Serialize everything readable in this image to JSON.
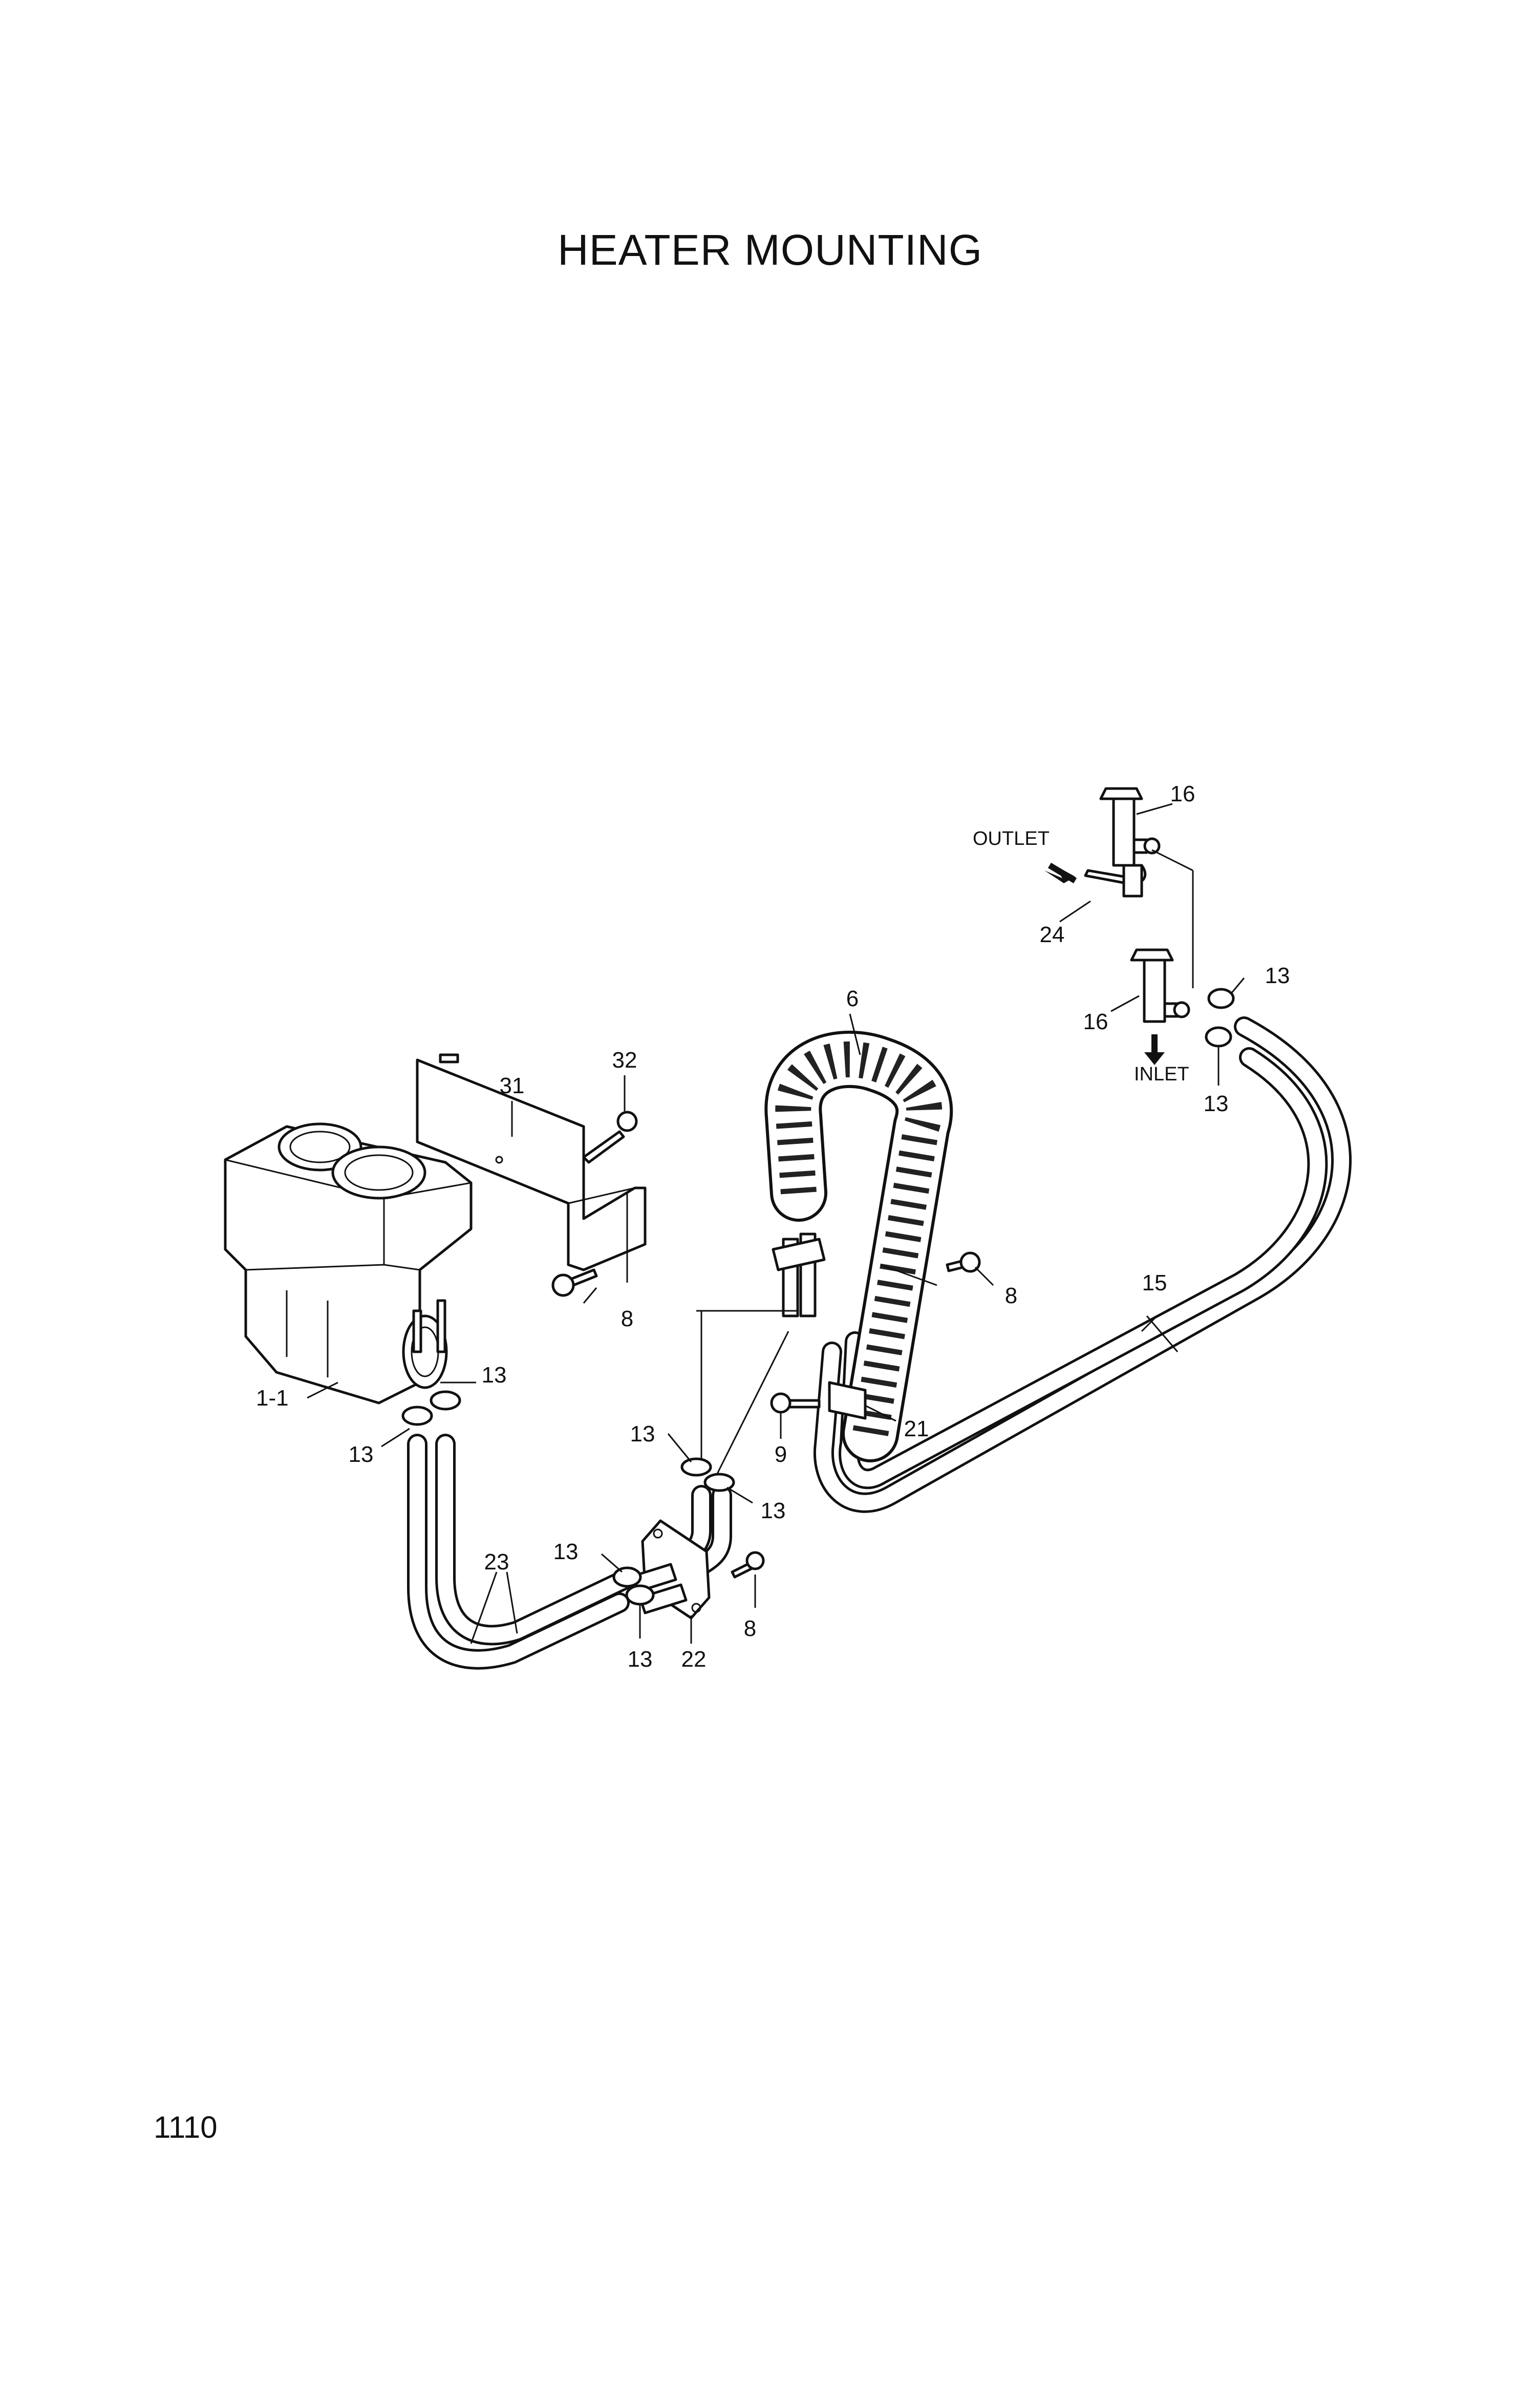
{
  "title": "HEATER MOUNTING",
  "page_number": "1110",
  "flow_labels": {
    "outlet": "OUTLET",
    "inlet": "INLET"
  },
  "callouts": {
    "heater_unit": "1-1",
    "insulated_hose": "6",
    "bolt_bracket_1": "8",
    "bolt_bracket_2": "8",
    "bolt_plate": "8",
    "bolt_clip": "9",
    "clamp_heater_a": "13",
    "clamp_heater_b": "13",
    "clamp_joint_a": "13",
    "clamp_joint_b": "13",
    "clamp_plate_a": "13",
    "clamp_plate_b": "13",
    "clamp_valve_a": "13",
    "clamp_valve_b": "13",
    "hose_right": "15",
    "valve_outlet": "16",
    "valve_inlet": "16",
    "clip": "21",
    "plate": "22",
    "hose_left": "23",
    "elbow": "24",
    "bracket": "31",
    "bolt_top": "32"
  }
}
